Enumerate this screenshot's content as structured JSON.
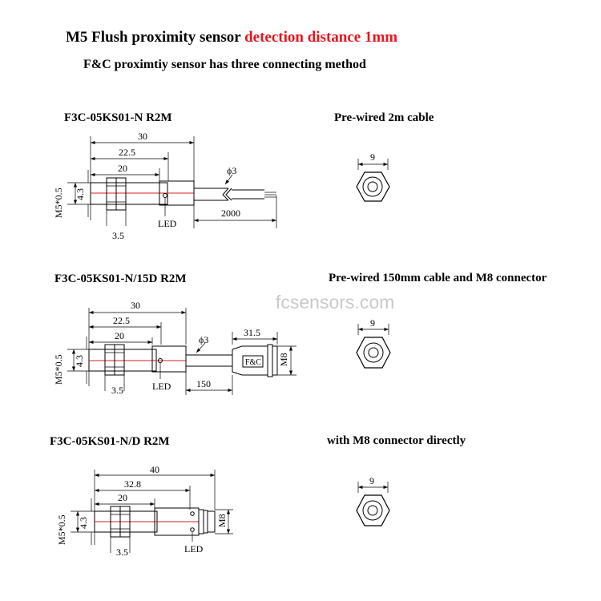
{
  "header": {
    "title_black": "M5 Flush proximity sensor",
    "title_red": "detection distance 1mm",
    "subtitle": "F&C  proximtiy sensor has three connecting method",
    "accent_color": "#e8141c"
  },
  "watermark": "fcsensors.com",
  "sections": [
    {
      "model": "F3C-05KS01-N R2M",
      "method": "Pre-wired 2m cable",
      "dims": {
        "total": "30",
        "mid": "22.5",
        "thread": "20",
        "dia": "M5*0.5",
        "inner": "4.3",
        "nut": "3.5",
        "cable_dia": "ϕ3",
        "cable_len": "2000",
        "led": "LED",
        "hex": "9"
      }
    },
    {
      "model": "F3C-05KS01-N/15D R2M",
      "method": "Pre-wired 150mm cable and M8 connector",
      "dims": {
        "total": "30",
        "mid": "22.5",
        "thread": "20",
        "dia": "M5*0.5",
        "inner": "4.3",
        "nut": "3.5",
        "cable_dia": "ϕ3",
        "cable_len": "150",
        "connector_len": "31.5",
        "connector_label": "F&C",
        "m8": "M8",
        "led": "LED",
        "hex": "9"
      }
    },
    {
      "model": "F3C-05KS01-N/D R2M",
      "method": "with M8 connector directly",
      "dims": {
        "total": "40",
        "mid": "32.8",
        "thread": "20",
        "dia": "M5*0.5",
        "inner": "4.3",
        "nut": "3.5",
        "m8": "M8",
        "led": "LED",
        "hex": "9"
      }
    }
  ]
}
